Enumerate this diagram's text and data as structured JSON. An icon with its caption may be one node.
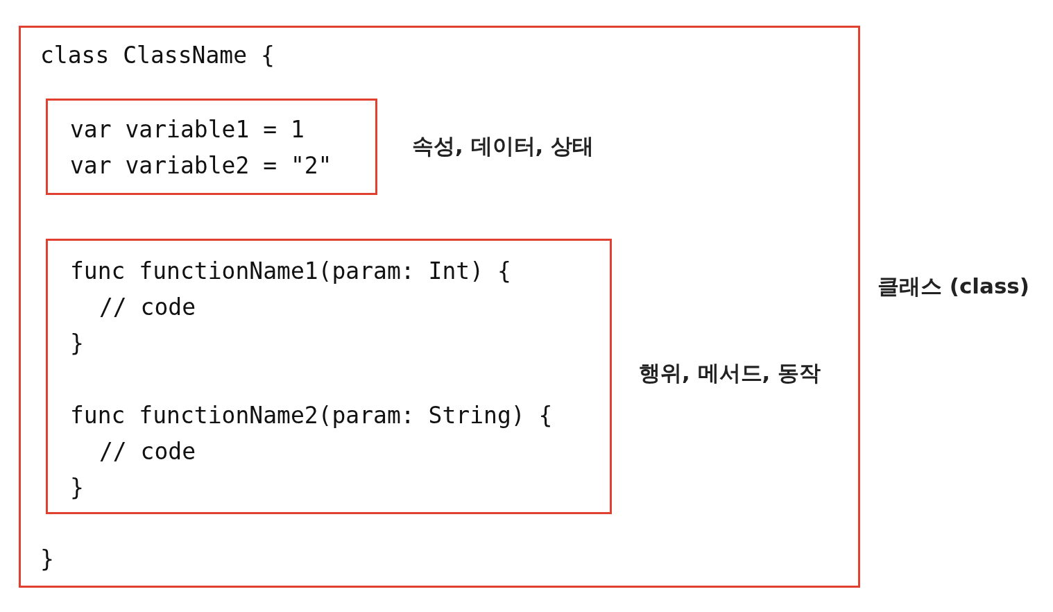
{
  "diagram": {
    "nodes": [
      {
        "text": [
          "class ClassName {",
          "}"
        ],
        "beside": [
          "클래스 (class)"
        ]
      },
      {
        "text": [
          "var variable1 = 1",
          "var variable2 = \"2\""
        ],
        "in": 0,
        "beside": [
          "속성, 데이터, 상태"
        ]
      },
      {
        "text": [
          "func functionName1(param: Int) {",
          "// code",
          "}",
          "func functionName2(param: String) {",
          "// code",
          "}"
        ],
        "in": 0,
        "beside": [
          "행위, 메서드, 동작"
        ]
      }
    ],
    "edges": []
  }
}
